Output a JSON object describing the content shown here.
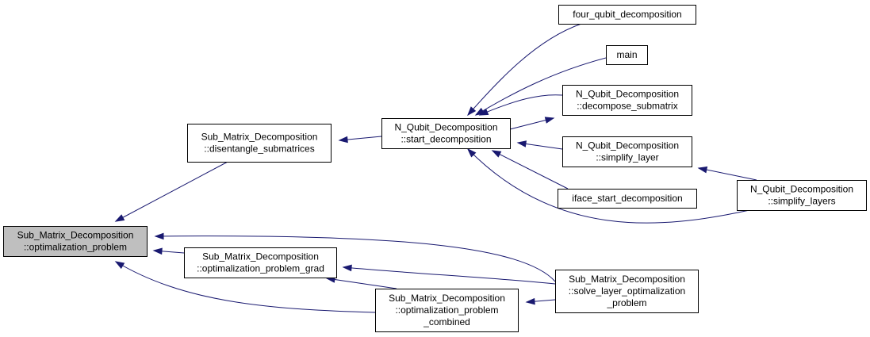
{
  "nodes": [
    {
      "id": "opt_problem",
      "lines": [
        "Sub_Matrix_Decomposition",
        "::optimalization_problem"
      ],
      "current": true
    },
    {
      "id": "disentangle",
      "lines": [
        "Sub_Matrix_Decomposition",
        "::disentangle_submatrices"
      ]
    },
    {
      "id": "start_decomp",
      "lines": [
        "N_Qubit_Decomposition",
        "::start_decomposition"
      ]
    },
    {
      "id": "four_qubit",
      "lines": [
        "four_qubit_decomposition"
      ]
    },
    {
      "id": "main",
      "lines": [
        "main"
      ]
    },
    {
      "id": "decompose_sub",
      "lines": [
        "N_Qubit_Decomposition",
        "::decompose_submatrix"
      ]
    },
    {
      "id": "simplify_layer",
      "lines": [
        "N_Qubit_Decomposition",
        "::simplify_layer"
      ]
    },
    {
      "id": "iface",
      "lines": [
        "iface_start_decomposition"
      ]
    },
    {
      "id": "simplify_layers",
      "lines": [
        "N_Qubit_Decomposition",
        "::simplify_layers"
      ]
    },
    {
      "id": "opt_grad",
      "lines": [
        "Sub_Matrix_Decomposition",
        "::optimalization_problem_grad"
      ]
    },
    {
      "id": "opt_combined",
      "lines": [
        "Sub_Matrix_Decomposition",
        "::optimalization_problem",
        "_combined"
      ]
    },
    {
      "id": "solve_layer",
      "lines": [
        "Sub_Matrix_Decomposition",
        "::solve_layer_optimalization",
        "_problem"
      ]
    }
  ],
  "edges": [
    {
      "from": "disentangle",
      "to": "opt_problem"
    },
    {
      "from": "start_decomp",
      "to": "disentangle"
    },
    {
      "from": "four_qubit",
      "to": "start_decomp"
    },
    {
      "from": "main",
      "to": "start_decomp"
    },
    {
      "from": "decompose_sub",
      "to": "start_decomp",
      "arc": "upper"
    },
    {
      "from": "start_decomp",
      "to": "decompose_sub",
      "arc": "lower"
    },
    {
      "from": "simplify_layer",
      "to": "start_decomp"
    },
    {
      "from": "iface",
      "to": "start_decomp"
    },
    {
      "from": "simplify_layers",
      "to": "start_decomp"
    },
    {
      "from": "simplify_layers",
      "to": "simplify_layer"
    },
    {
      "from": "opt_grad",
      "to": "opt_problem"
    },
    {
      "from": "opt_combined",
      "to": "opt_problem"
    },
    {
      "from": "solve_layer",
      "to": "opt_problem"
    },
    {
      "from": "solve_layer",
      "to": "opt_grad"
    },
    {
      "from": "opt_combined",
      "to": "opt_grad"
    },
    {
      "from": "solve_layer",
      "to": "opt_combined"
    }
  ],
  "colors": {
    "edge": "#191970",
    "current_fill": "#bfbfbf",
    "node_fill": "#ffffff",
    "border": "#000000"
  }
}
